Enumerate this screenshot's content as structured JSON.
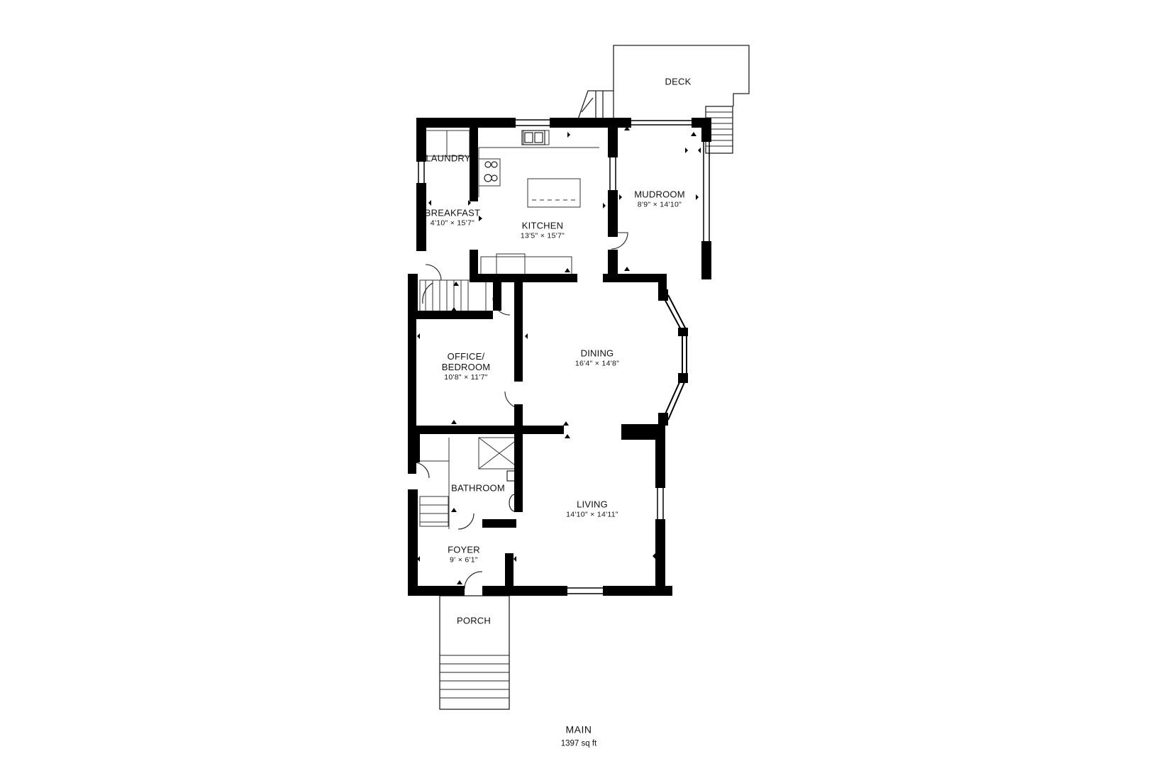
{
  "floor": {
    "title": "MAIN",
    "area": "1397 sq ft"
  },
  "rooms": {
    "deck": {
      "name": "DECK"
    },
    "laundry": {
      "name": "LAUNDRY"
    },
    "breakfast": {
      "name": "BREAKFAST",
      "dims": "4'10\" × 15'7\""
    },
    "kitchen": {
      "name": "KITCHEN",
      "dims": "13'5\" × 15'7\""
    },
    "mudroom": {
      "name": "MUDROOM",
      "dims": "8'9\" × 14'10\""
    },
    "office": {
      "name": "OFFICE/",
      "name2": "BEDROOM",
      "dims": "10'8\" × 11'7\""
    },
    "dining": {
      "name": "DINING",
      "dims": "16'4\" × 14'8\""
    },
    "bathroom": {
      "name": "BATHROOM"
    },
    "living": {
      "name": "LIVING",
      "dims": "14'10\" × 14'11\""
    },
    "foyer": {
      "name": "FOYER",
      "dims": "9' × 6'1\""
    },
    "porch": {
      "name": "PORCH"
    }
  },
  "colors": {
    "wall": "#000000",
    "line": "#222222",
    "background": "#ffffff"
  }
}
